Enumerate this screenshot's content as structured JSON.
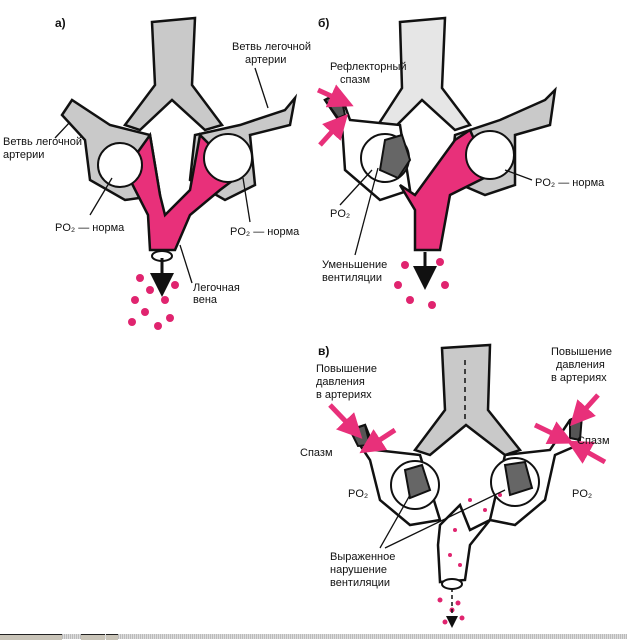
{
  "panels": {
    "a": {
      "label": "а)",
      "artery_branch_right": [
        "Ветвь легочной",
        "артерии"
      ],
      "artery_branch_left": [
        "Ветвь легочной",
        "артерии"
      ],
      "po2_left": "PO₂ — норма",
      "po2_right": "PO₂ — норма",
      "vein": [
        "Легочная",
        "вена"
      ]
    },
    "b": {
      "label": "б)",
      "spasm": [
        "Рефлекторный",
        "спазм"
      ],
      "po2_right": "PO₂ — норма",
      "po2_left": "PO₂",
      "reduced_ventilation": [
        "Уменьшение",
        "вентиляции"
      ]
    },
    "c": {
      "label": "в)",
      "pressure_left": [
        "Повышение",
        "давления",
        "в артериях"
      ],
      "pressure_right": [
        "Повышение",
        "давления",
        "в артериях"
      ],
      "spasm_left": "Спазм",
      "spasm_right": "Спазм",
      "po2_left": "PO₂",
      "po2_right": "PO₂",
      "ventilation_disorder": [
        "Выраженное",
        "нарушение",
        "вентиляции"
      ]
    }
  },
  "colors": {
    "blood_oxygenated": "#e8307a",
    "vessel": "#c9c9c9",
    "outline": "#111111"
  }
}
